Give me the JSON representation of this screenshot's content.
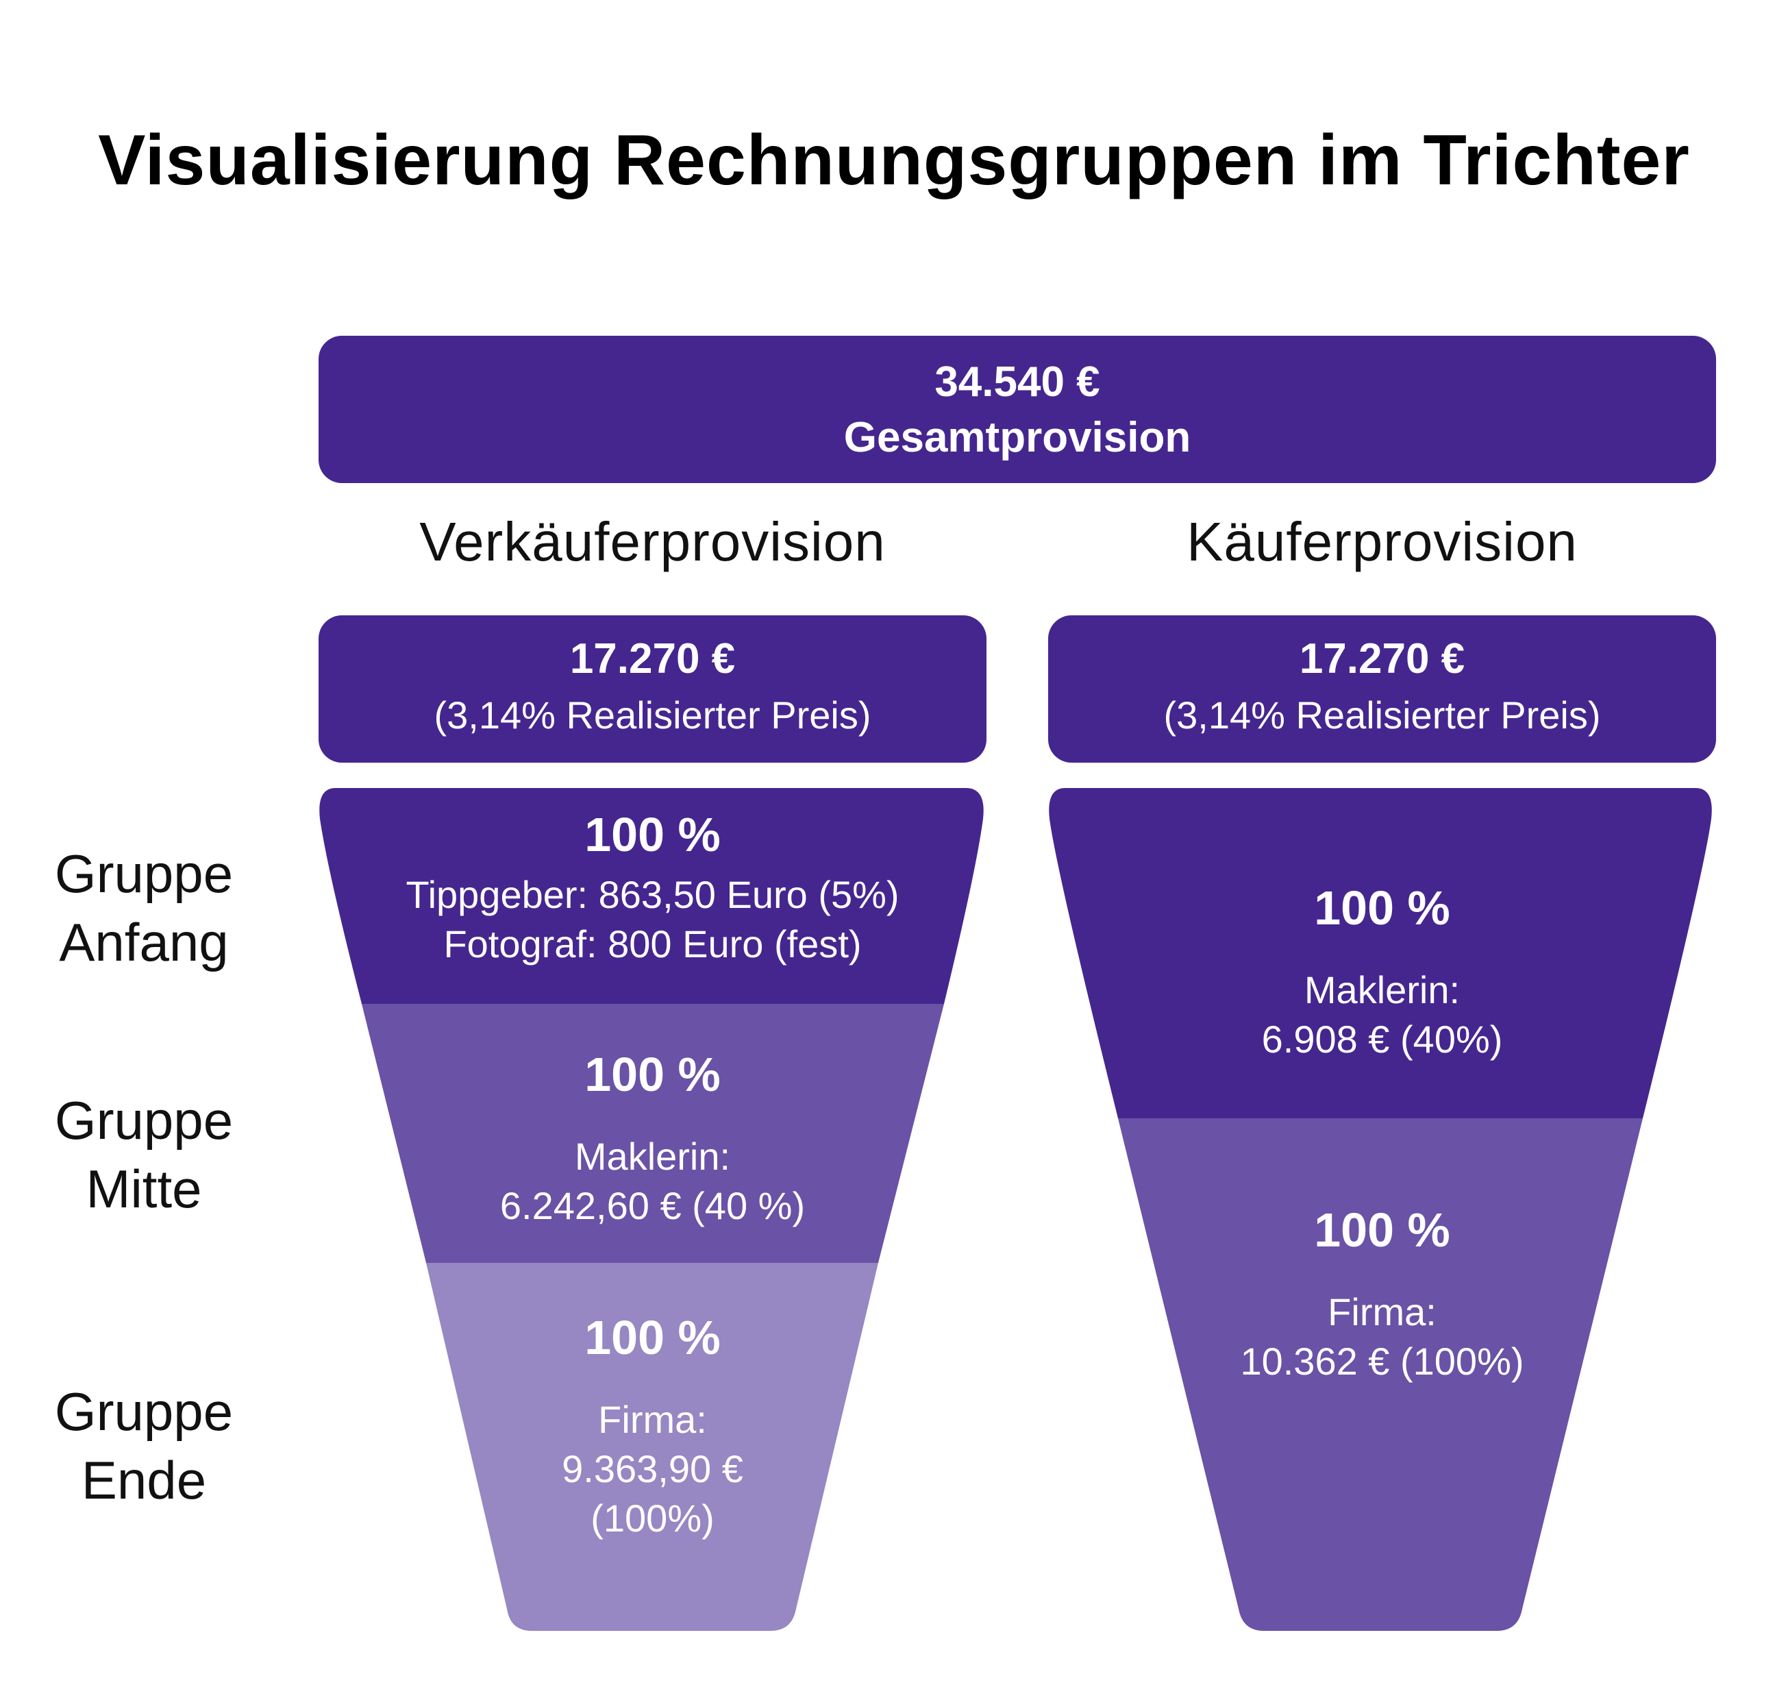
{
  "title": "Visualisierung Rechnungsgruppen im Trichter",
  "total": {
    "amount": "34.540 €",
    "label": "Gesamtprovision"
  },
  "columns": [
    {
      "heading": "Verkäuferprovision",
      "amount": "17.270 €",
      "subtitle": "(3,14% Realisierter Preis)"
    },
    {
      "heading": "Käuferprovision",
      "amount": "17.270 €",
      "subtitle": "(3,14% Realisierter Preis)"
    }
  ],
  "row_labels": [
    {
      "line1": "Gruppe",
      "line2": "Anfang"
    },
    {
      "line1": "Gruppe",
      "line2": "Mitte"
    },
    {
      "line1": "Gruppe",
      "line2": "Ende"
    }
  ],
  "seller_funnel": [
    {
      "percent": "100 %",
      "lines": [
        "Tippgeber: 863,50 Euro (5%)",
        "Fotograf: 800 Euro (fest)"
      ]
    },
    {
      "percent": "100 %",
      "lines": [
        "Maklerin:",
        "6.242,60 € (40 %)"
      ]
    },
    {
      "percent": "100 %",
      "lines": [
        "Firma:",
        "9.363,90 €",
        "(100%)"
      ]
    }
  ],
  "buyer_funnel": [
    {
      "percent": "100 %",
      "lines": [
        "Maklerin:",
        "6.908 € (40%)"
      ]
    },
    {
      "percent": "100 %",
      "lines": [
        "Firma:",
        "10.362 € (100%)"
      ]
    }
  ],
  "colors": {
    "dark": "#45268f",
    "medium": "#6a52a6",
    "light": "#9787c2"
  }
}
